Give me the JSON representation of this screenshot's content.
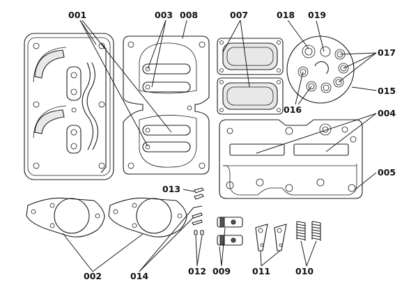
{
  "diagram": {
    "part_labels": [
      "001",
      "003",
      "008",
      "007",
      "018",
      "019",
      "017",
      "015",
      "016",
      "004",
      "005",
      "013",
      "002",
      "014",
      "012",
      "009",
      "011",
      "010"
    ]
  }
}
